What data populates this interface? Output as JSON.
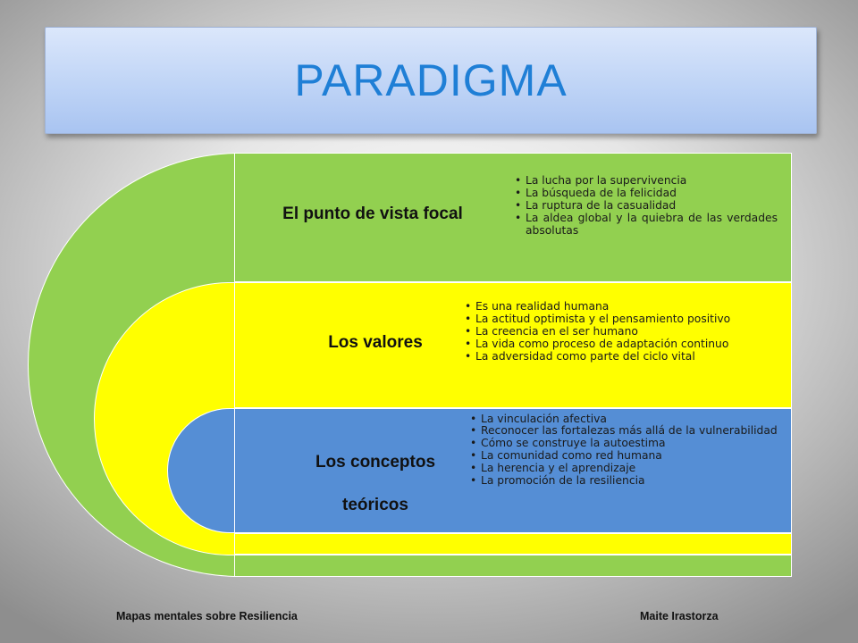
{
  "title": "PARADIGMA",
  "sections": [
    {
      "label": "El punto de vista focal",
      "items": [
        "La lucha por la supervivencia",
        "La búsqueda de la felicidad",
        "La ruptura de la casualidad",
        "La aldea global y la quiebra de las verdades absolutas"
      ]
    },
    {
      "label": "Los valores",
      "items": [
        "Es una realidad humana",
        "La actitud optimista y el pensamiento positivo",
        "La creencia en el ser humano",
        "La vida como proceso de adaptación continuo",
        "La adversidad como parte del ciclo vital"
      ]
    },
    {
      "label_line1": "Los conceptos",
      "label_line2": "teóricos",
      "items": [
        "La vinculación afectiva",
        "Reconocer las fortalezas más allá de la vulnerabilidad",
        "Cómo se construye la autoestima",
        "La comunidad como red humana",
        "La herencia y el aprendizaje",
        "La promoción de la resiliencia"
      ]
    }
  ],
  "footer": {
    "left": "Mapas mentales sobre Resiliencia",
    "right": "Maite Irastorza"
  },
  "colors": {
    "title_text": "#1f7fd6",
    "green": "#92d050",
    "yellow": "#ffff00",
    "blue": "#558ed5"
  }
}
